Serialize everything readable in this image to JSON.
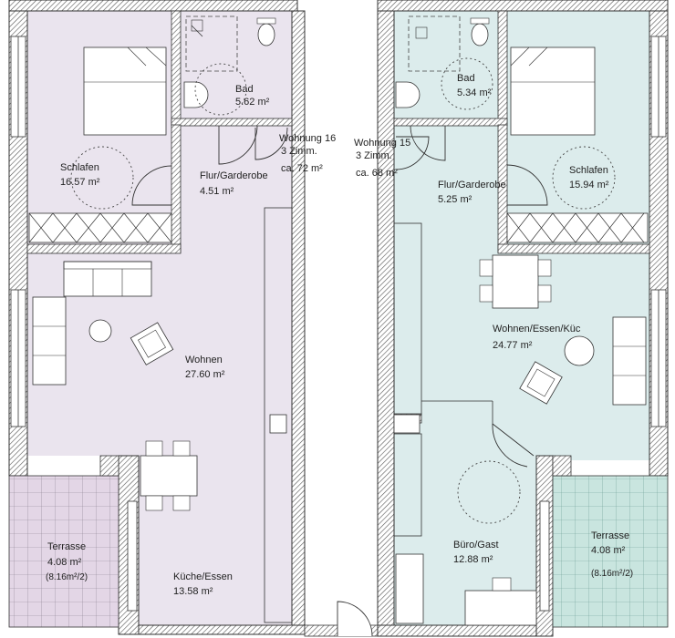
{
  "colors": {
    "apt_left_fill": "#eae4ee",
    "apt_right_fill": "#dcecec",
    "terrace_left_fill": "#e3d6e6",
    "terrace_right_fill": "#c9e5df",
    "wall_hatch": "#555555"
  },
  "left_unit": {
    "name": "Wohnung 16",
    "rooms_label": "3 Zimm.",
    "area_label": "ca. 72 m²",
    "rooms": [
      {
        "name": "Bad",
        "area": "5.62 m²"
      },
      {
        "name": "Schlafen",
        "area": "16.57 m²"
      },
      {
        "name": "Flur/Garderobe",
        "area": "4.51 m²"
      },
      {
        "name": "Wohnen",
        "area": "27.60 m²"
      },
      {
        "name": "Küche/Essen",
        "area": "13.58 m²"
      }
    ],
    "terrace": {
      "name": "Terrasse",
      "area": "4.08 m²",
      "note": "(8.16m²/2)"
    }
  },
  "right_unit": {
    "name": "Wohnung 15",
    "rooms_label": "3 Zimm.",
    "area_label": "ca. 68 m²",
    "rooms": [
      {
        "name": "Bad",
        "area": "5.34 m²"
      },
      {
        "name": "Schlafen",
        "area": "15.94 m²"
      },
      {
        "name": "Flur/Garderobe",
        "area": "5.25 m²"
      },
      {
        "name": "Wohnen/Essen/Küc",
        "area": "24.77 m²"
      },
      {
        "name": "Büro/Gast",
        "area": "12.88 m²"
      }
    ],
    "terrace": {
      "name": "Terrasse",
      "area": "4.08 m²",
      "note": "(8.16m²/2)"
    }
  }
}
